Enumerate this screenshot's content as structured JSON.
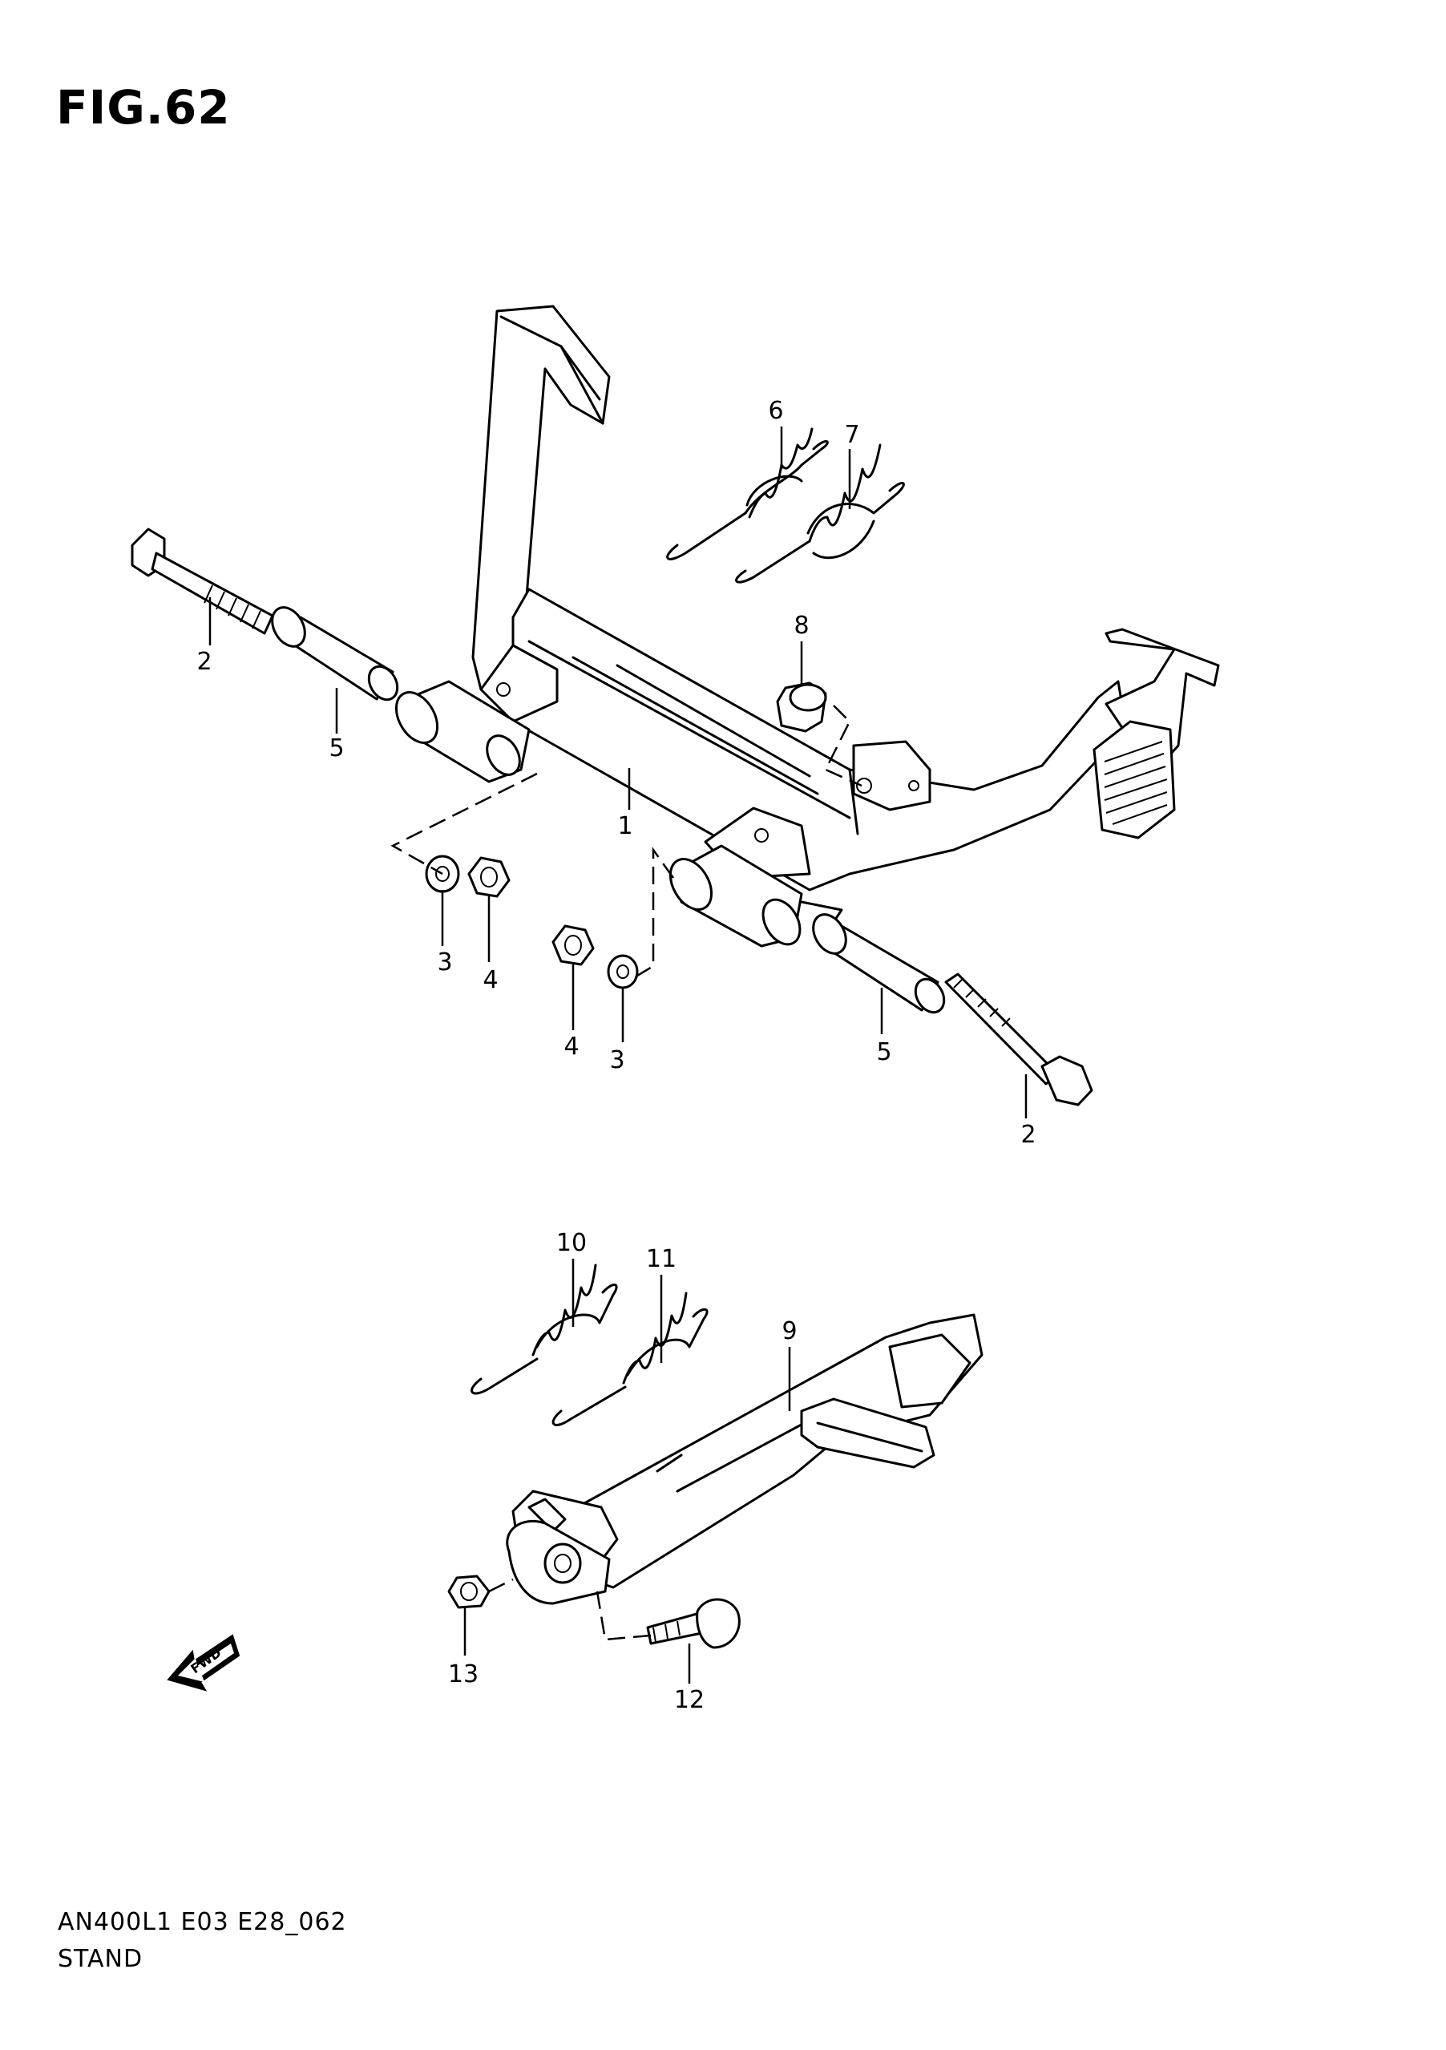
{
  "figure": {
    "title": "FIG.62",
    "code": "AN400L1 E03 E28_062",
    "caption": "STAND"
  },
  "callouts": {
    "c1": "1",
    "c2a": "2",
    "c2b": "2",
    "c3a": "3",
    "c3b": "3",
    "c4a": "4",
    "c4b": "4",
    "c5a": "5",
    "c5b": "5",
    "c6": "6",
    "c7": "7",
    "c8": "8",
    "c9": "9",
    "c10": "10",
    "c11": "11",
    "c12": "12",
    "c13": "13"
  },
  "fwd_arrow": {
    "label": "FWD"
  }
}
